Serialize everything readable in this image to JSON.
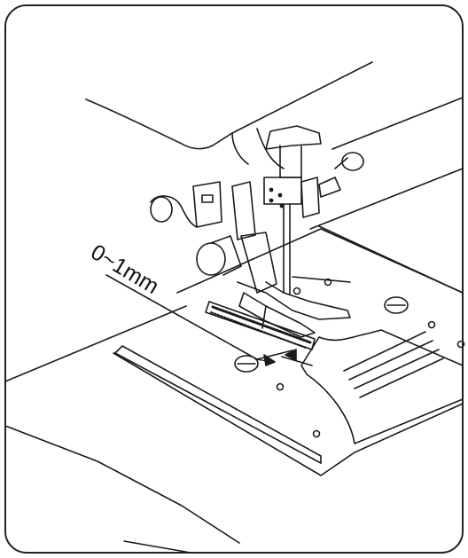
{
  "diagram": {
    "measurement_label": "0~1mm"
  },
  "colors": {
    "line": "#1a1a1a",
    "frame": "#222222",
    "background": "#ffffff"
  },
  "components": [
    "sewing-machine-arm",
    "presser-foot",
    "needle-clamp",
    "feed-dogs",
    "needle-plate",
    "slide-plate",
    "fabric-edge"
  ]
}
